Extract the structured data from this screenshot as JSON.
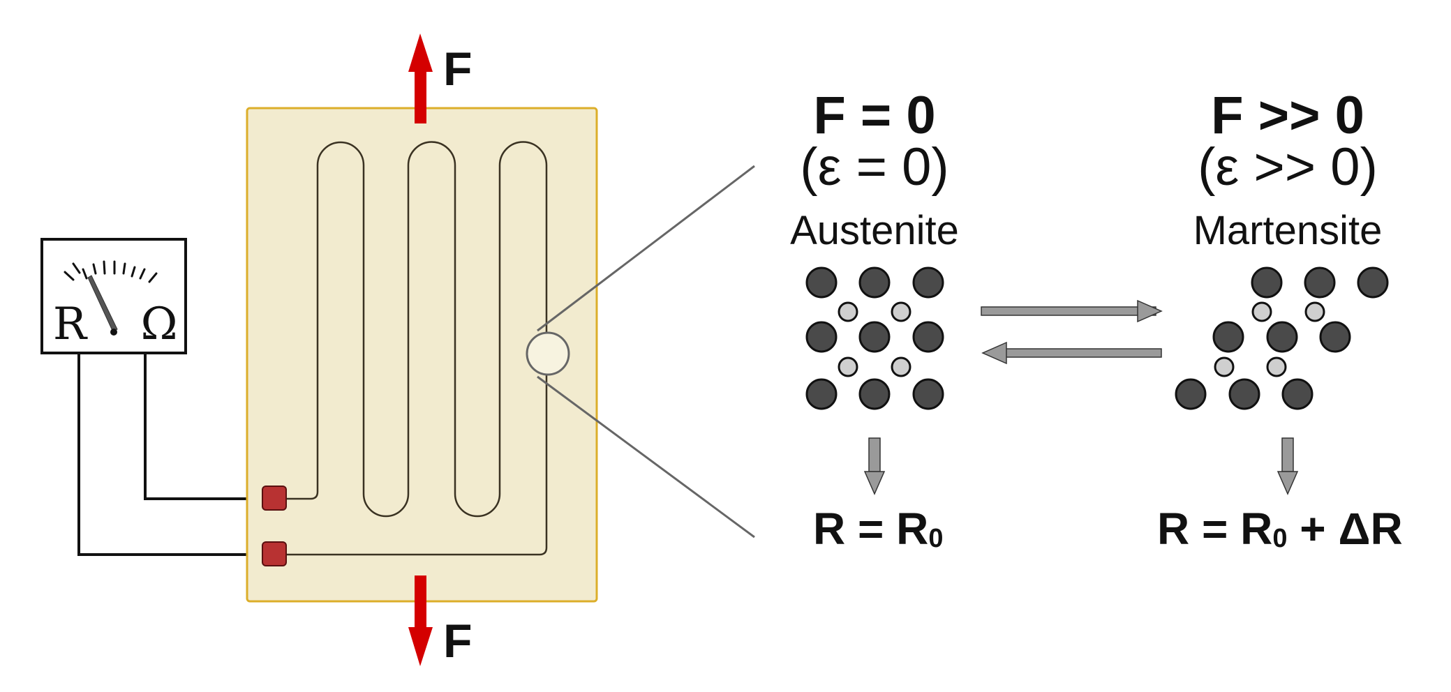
{
  "force": {
    "top_label": "F",
    "bottom_label": "F",
    "arrow_color": "#d40000"
  },
  "meter": {
    "left_label": "R",
    "right_label": "Ω"
  },
  "states": [
    {
      "force": "F = 0",
      "strain": "(ε = 0)",
      "phase": "Austenite",
      "resistance_main": "R = R",
      "resistance_sub": "0",
      "resistance_tail": ""
    },
    {
      "force": "F >> 0",
      "strain": "(ε >> 0)",
      "phase": "Martensite",
      "resistance_main": "R = R",
      "resistance_sub": "0",
      "resistance_tail": " + ΔR"
    }
  ],
  "colors": {
    "gauge_fill": "#f2ebcf",
    "gauge_border": "#dcae2a",
    "pad": "#b83232",
    "atom_large": "#4a4a4a",
    "atom_small": "#cfcfcf",
    "arrow_gray": "#9a9a9a"
  }
}
